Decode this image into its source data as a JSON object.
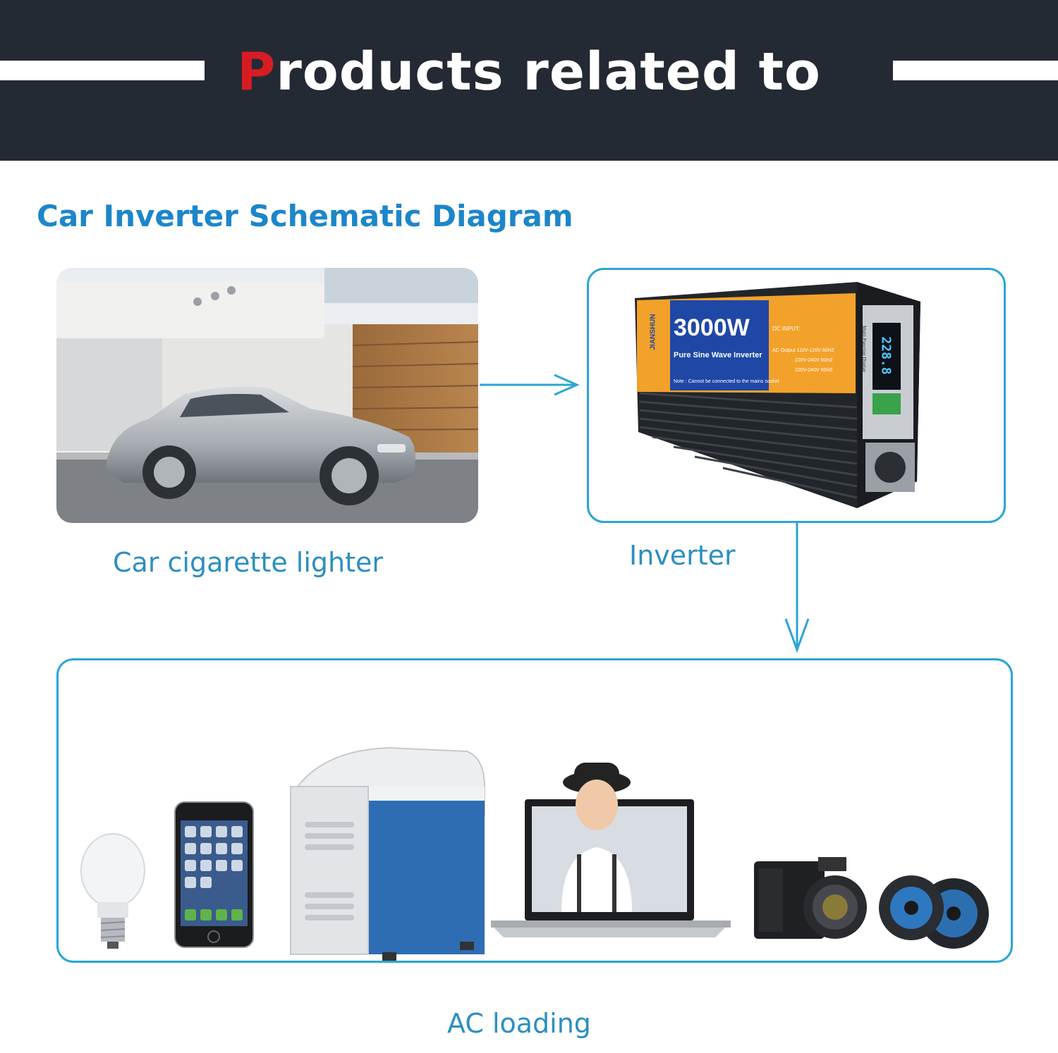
{
  "banner": {
    "title_first_letter": "P",
    "title_rest": "roducts related to",
    "bg_color": "#242a33",
    "accent_color": "#d71c24"
  },
  "heading": "Car Inverter Schematic Diagram",
  "nodes": {
    "car": {
      "label": "Car cigarette lighter",
      "icon": "car-photo"
    },
    "inverter": {
      "label": "Inverter",
      "icon": "power-inverter-photo",
      "product": {
        "brand": "JIANSHUN",
        "power": "3000W",
        "subtitle": "Pure Sine Wave Inverter",
        "dc_input": "DC INPUT:",
        "ac_output_1": "AC Output 110V-120V 60HZ",
        "ac_output_2": "220V-240V 50HZ",
        "ac_output_3": "220V-240V 60HZ",
        "note": "Note : Cannot be connected to the mains socket",
        "display_label": "Multi-Function Display",
        "display_value": "228.8"
      }
    },
    "loads": {
      "label": "AC loading",
      "items": [
        "light-bulb",
        "smartphone",
        "portable-fridge",
        "laptop",
        "camera",
        "car-speakers"
      ]
    }
  },
  "colors": {
    "accent": "#2aa5d6",
    "heading": "#1c86c9",
    "label": "#2c8fc0"
  }
}
